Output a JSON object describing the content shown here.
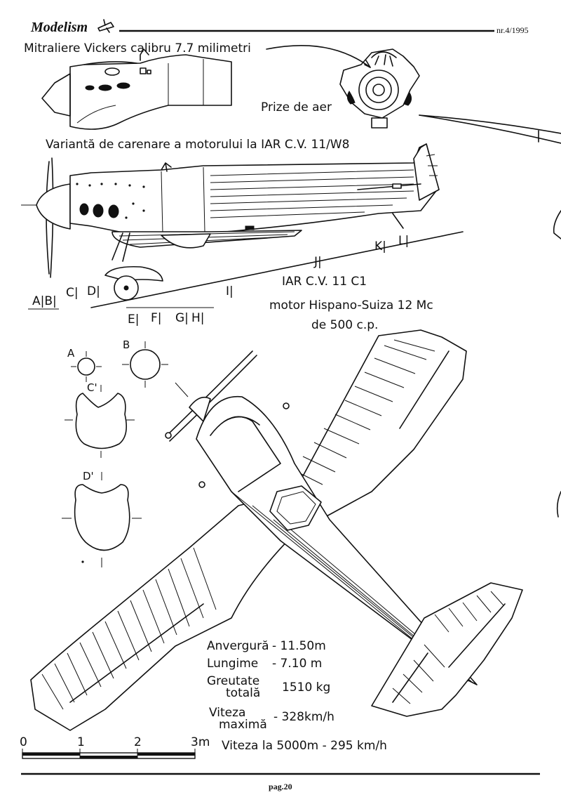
{
  "header": {
    "logo_text": "Modelism",
    "issue": "nr.4/1995"
  },
  "labels": {
    "guns": "Mitraliere Vickers calibru 7.7 milimetri",
    "intakes": "Prize de aer",
    "variant": "Variantă de carenare a motorului la IAR C.V. 11/W8",
    "model": "IAR C.V. 11 C1",
    "engine_line1": "motor Hispano-Suiza 12 Mc",
    "engine_line2": "de 500 c.p."
  },
  "section_marks": {
    "A": "A",
    "B": "B",
    "C": "C'",
    "D": "D'",
    "AB": "A|B|",
    "C1": "C|",
    "D1": "D|",
    "E": "E|",
    "F": "F|",
    "G": "G|",
    "H": "H|",
    "I": "I|",
    "J": "J|",
    "K": "K|",
    "L": "L|"
  },
  "specs": {
    "span_label": "Anvergură",
    "span_value": "- 11.50m",
    "length_label": "Lungime",
    "length_value": "- 7.10 m",
    "weight_label1": "Greutate",
    "weight_label2": "totală",
    "weight_value": "1510 kg",
    "speed_label1": "Viteza",
    "speed_label2": "maximă",
    "speed_value": "- 328km/h",
    "speed_alt": "Viteza la 5000m - 295 km/h"
  },
  "scale": {
    "ticks": [
      "0",
      "1",
      "2",
      "3m"
    ]
  },
  "footer": {
    "page": "pag.20"
  }
}
